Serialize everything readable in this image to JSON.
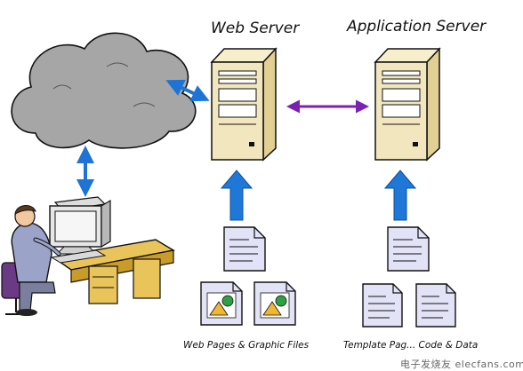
{
  "labels": {
    "web_server": "Web Server",
    "app_server": "Application Server",
    "web_files": "Web Pages & Graphic Files",
    "template_files": "Template Pag... Code & Data"
  },
  "watermark": "电子发烧友 elecfans.com",
  "colors": {
    "cloud_fill": "#a6a6a6",
    "server_fill": "#f2e6be",
    "upload_arrow": "#1f78d8",
    "double_arrow_blue": "#1e73d6",
    "double_arrow_purple": "#7b22b5",
    "doc_fill": "#e3e3f7",
    "desk_fill": "#e8c45a"
  },
  "icons": {
    "network": "cloud-icon",
    "user": "user-at-computer-icon",
    "server": "server-tower-icon",
    "document": "document-icon",
    "image_file": "image-file-icon"
  }
}
